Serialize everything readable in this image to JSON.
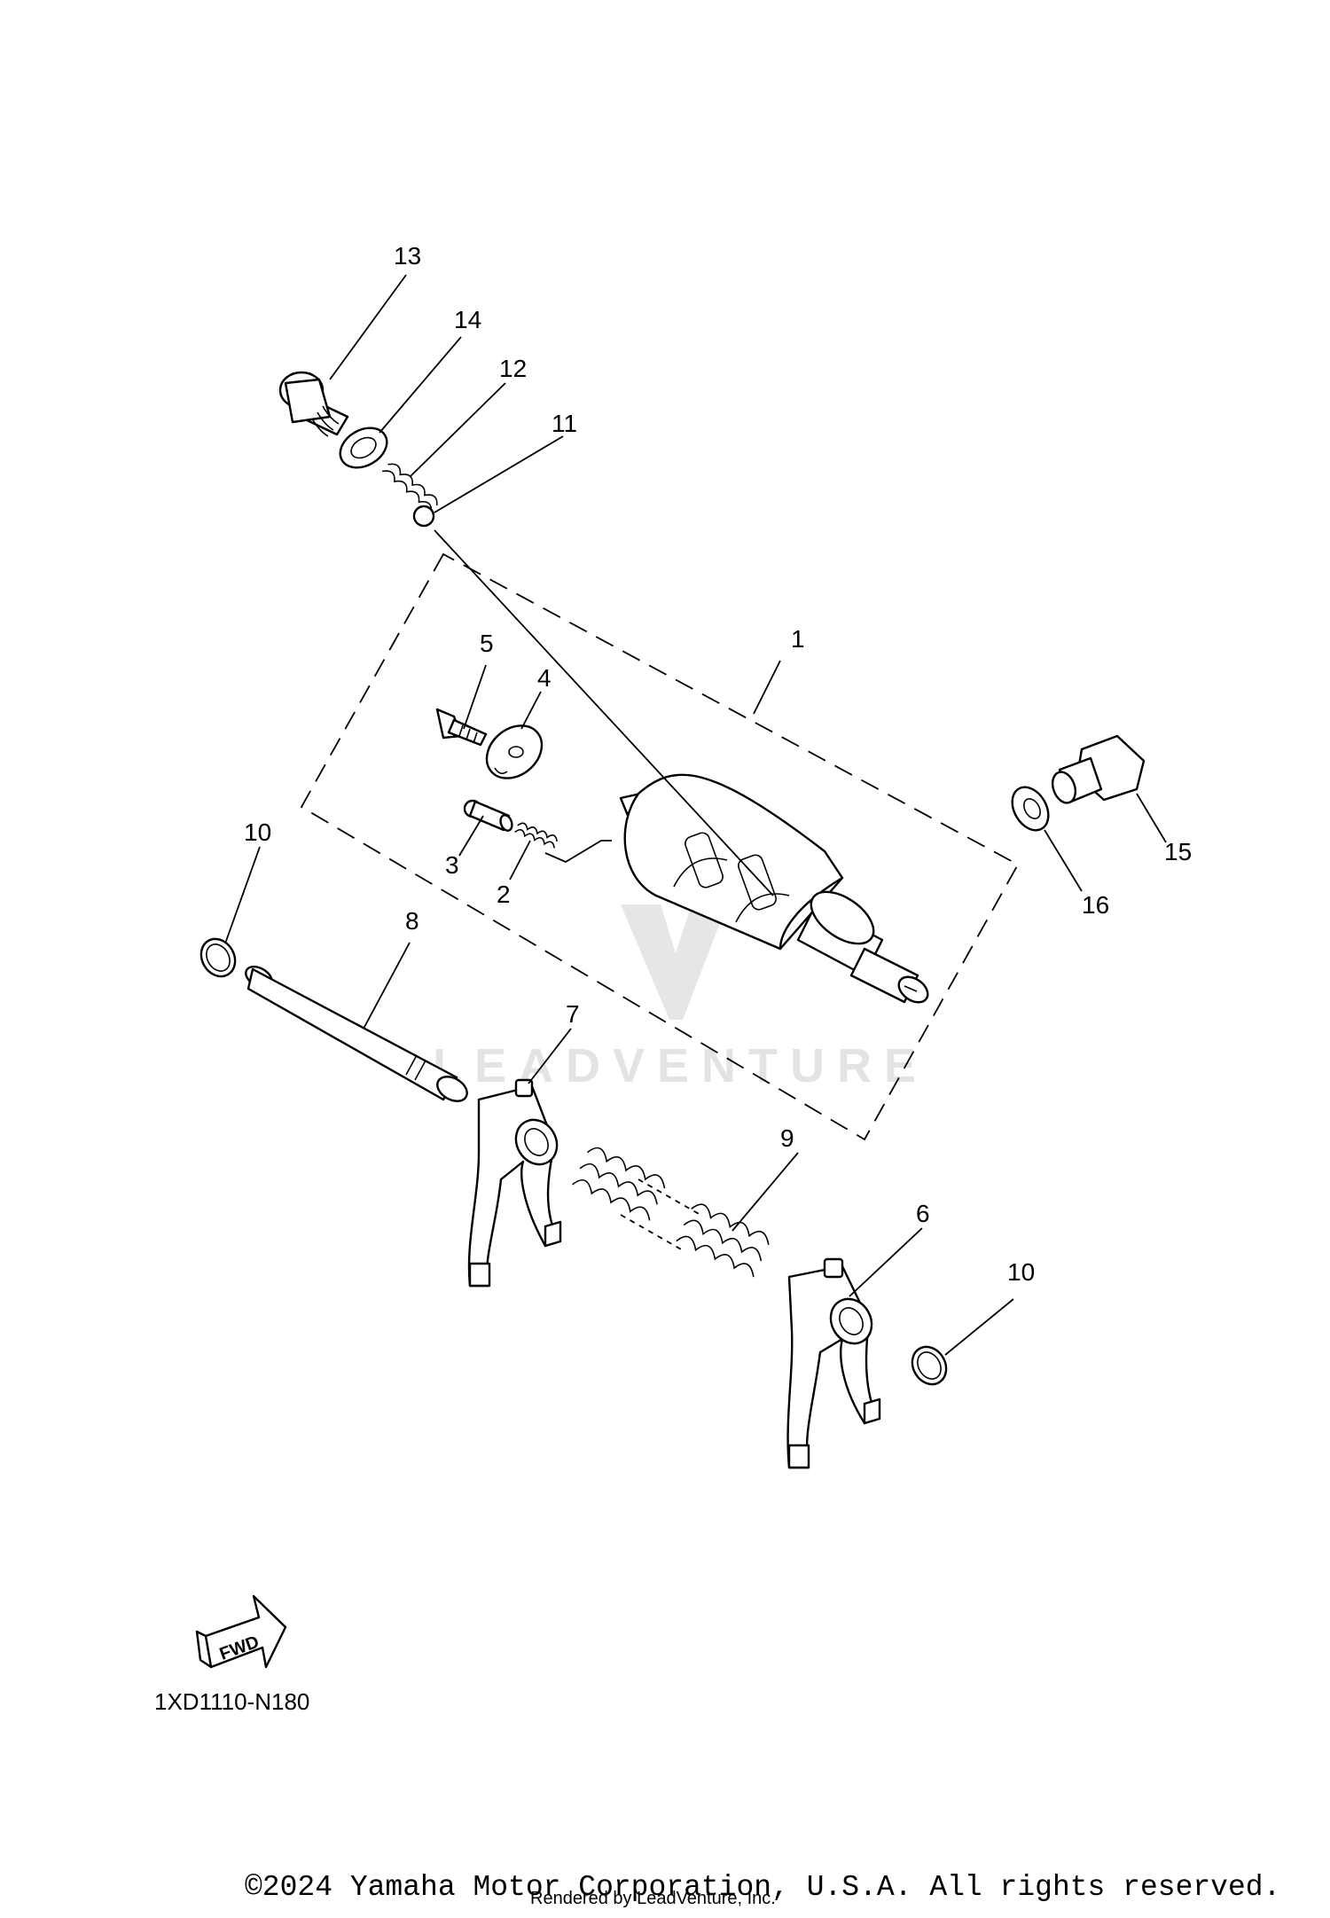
{
  "diagram": {
    "callouts": [
      "1",
      "2",
      "3",
      "4",
      "5",
      "6",
      "7",
      "8",
      "9",
      "10",
      "10",
      "11",
      "12",
      "13",
      "14",
      "15",
      "16"
    ],
    "fwd_label": "FWD",
    "diagram_code": "1XD1110-N180",
    "watermark": "LEADVENTURE"
  },
  "footer": {
    "copyright": "©2024 Yamaha Motor Corporation, U.S.A. All rights reserved.",
    "rendered_by": "Rendered by LeadVenture, Inc."
  }
}
